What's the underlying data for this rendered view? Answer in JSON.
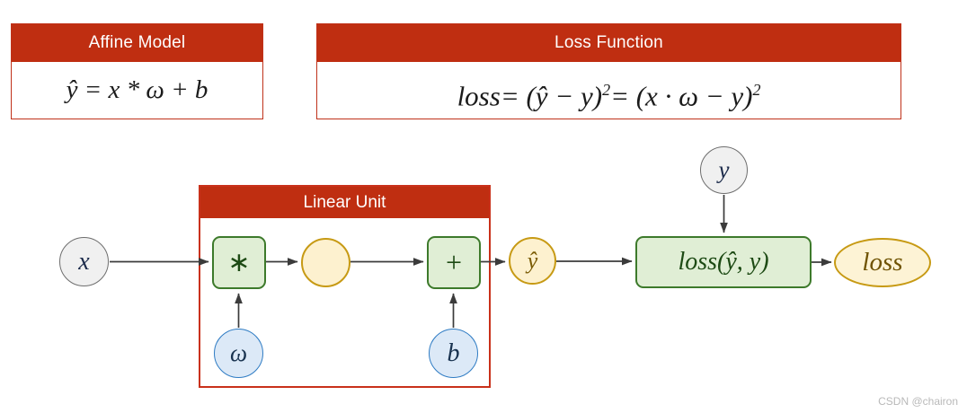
{
  "panels": {
    "affine": {
      "title": "Affine Model",
      "formula_plain": "ŷ = x * ω + b",
      "formula_parts": {
        "lhs": "ŷ",
        "eq": "=",
        "rhs": "x ∗ ω + b"
      }
    },
    "loss": {
      "title": "Loss Function",
      "formula_plain": "loss = (ŷ − y)² = (x · ω − y)²",
      "formula_parts": {
        "name": "loss",
        "eq1": "= (ŷ − y)",
        "exp1": "2",
        "eq2": "= (x · ω − y)",
        "exp2": "2"
      }
    },
    "linear_unit": {
      "title": "Linear Unit"
    }
  },
  "nodes": {
    "x": "x",
    "multiply": "∗",
    "hidden": "",
    "add": "+",
    "omega": "ω",
    "b": "b",
    "yhat": "ŷ",
    "y": "y",
    "loss_fn": "loss(ŷ, y)",
    "loss_out": "loss"
  },
  "colors": {
    "header_red": "#bf2e11",
    "panel_border_red": "#c9311a",
    "green_fill": "#e0eed5",
    "green_border": "#3d7a2b",
    "blue_fill": "#dce9f7",
    "blue_border": "#2f7cc4",
    "yellow_fill": "#fdf1cf",
    "yellow_border": "#c79a14",
    "gray_fill": "#f0f0f0",
    "gray_border": "#6e6e6e",
    "arrow": "#3b3b3b"
  },
  "watermark": "CSDN @chairon"
}
